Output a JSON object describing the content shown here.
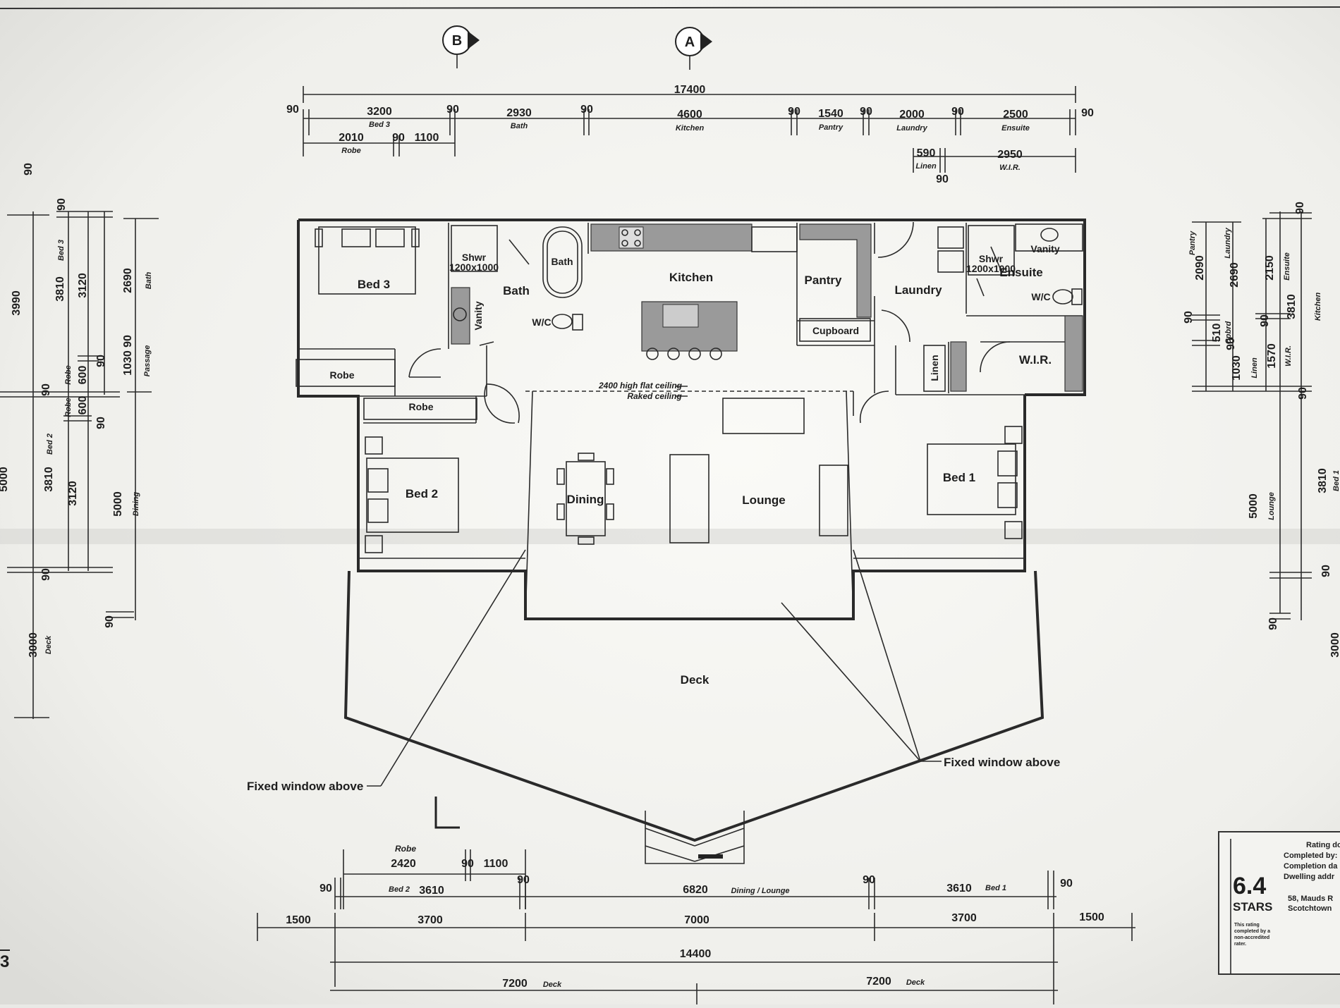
{
  "section_markers": [
    "B",
    "A"
  ],
  "rooms": {
    "bed3": "Bed 3",
    "shower_left_label": "Shwr",
    "shower_left_size": "1200x1000",
    "bath_tub": "Bath",
    "bath_room": "Bath",
    "vanity_left": "Vanity",
    "wc_left": "W/C",
    "kitchen": "Kitchen",
    "pantry": "Pantry",
    "cupboard": "Cupboard",
    "laundry": "Laundry",
    "linen": "Linen",
    "shower_right_label": "Shwr",
    "shower_right_size": "1200x1000",
    "vanity_right": "Vanity",
    "ensuite": "Ensuite",
    "wc_right": "W/C",
    "wir": "W.I.R.",
    "robe_bed3": "Robe",
    "robe_bed2": "Robe",
    "bed2": "Bed 2",
    "dining": "Dining",
    "lounge": "Lounge",
    "bed1": "Bed 1",
    "deck": "Deck"
  },
  "ceiling_notes": {
    "flat": "2400 high flat ceiling",
    "raked": "Raked ceiling"
  },
  "annotations": {
    "fixed_window_left": "Fixed window above",
    "fixed_window_right": "Fixed window above"
  },
  "dimensions_top": {
    "overall": "17400",
    "row1": [
      {
        "value": "90",
        "label": ""
      },
      {
        "value": "3200",
        "label": "Bed 3"
      },
      {
        "value": "90",
        "label": ""
      },
      {
        "value": "2930",
        "label": "Bath"
      },
      {
        "value": "90",
        "label": ""
      },
      {
        "value": "4600",
        "label": "Kitchen"
      },
      {
        "value": "90",
        "label": ""
      },
      {
        "value": "1540",
        "label": "Pantry"
      },
      {
        "value": "90",
        "label": ""
      },
      {
        "value": "2000",
        "label": "Laundry"
      },
      {
        "value": "90",
        "label": ""
      },
      {
        "value": "2500",
        "label": "Ensuite"
      },
      {
        "value": "90",
        "label": ""
      }
    ],
    "row2": [
      {
        "value": "2010",
        "label": "Robe"
      },
      {
        "value": "90",
        "label": ""
      },
      {
        "value": "1100",
        "label": ""
      }
    ],
    "row3": [
      {
        "value": "590",
        "label": "Linen"
      },
      {
        "value": "90",
        "label": ""
      },
      {
        "value": "2950",
        "label": "W.I.R."
      }
    ]
  },
  "dimensions_left": [
    {
      "value": "90",
      "label": ""
    },
    {
      "value": "3990",
      "label": ""
    },
    {
      "value": "3810",
      "label": "Bed 3"
    },
    {
      "value": "3120",
      "label": ""
    },
    {
      "value": "2690",
      "label": "Bath"
    },
    {
      "value": "600",
      "label": "Robe"
    },
    {
      "value": "90",
      "label": ""
    },
    {
      "value": "1030",
      "label": "Passage"
    },
    {
      "value": "90",
      "label": ""
    },
    {
      "value": "90",
      "label": ""
    },
    {
      "value": "600",
      "label": "Robe"
    },
    {
      "value": "90",
      "label": ""
    },
    {
      "value": "90",
      "label": ""
    },
    {
      "value": "3810",
      "label": "Bed 2"
    },
    {
      "value": "3120",
      "label": ""
    },
    {
      "value": "5000",
      "label": "Dining"
    },
    {
      "value": "3000",
      "label": "Deck"
    },
    {
      "value": "90",
      "label": ""
    },
    {
      "value": "90",
      "label": ""
    },
    {
      "value": "5000",
      "label": ""
    }
  ],
  "dimensions_right": [
    {
      "value": "90",
      "label": ""
    },
    {
      "value": "2090",
      "label": "Pantry"
    },
    {
      "value": "2690",
      "label": "Laundry"
    },
    {
      "value": "2150",
      "label": "Ensuite"
    },
    {
      "value": "510",
      "label": "Cpbrd"
    },
    {
      "value": "90",
      "label": ""
    },
    {
      "value": "90",
      "label": ""
    },
    {
      "value": "3810",
      "label": "Kitchen"
    },
    {
      "value": "1030",
      "label": "Linen"
    },
    {
      "value": "1570",
      "label": "W.I.R."
    },
    {
      "value": "90",
      "label": ""
    },
    {
      "value": "90",
      "label": ""
    },
    {
      "value": "5000",
      "label": "Lounge"
    },
    {
      "value": "3810",
      "label": "Bed 1"
    },
    {
      "value": "90",
      "label": ""
    },
    {
      "value": "90",
      "label": ""
    },
    {
      "value": "3000",
      "label": ""
    }
  ],
  "dimensions_bottom": {
    "robe_row": [
      {
        "value": "2420",
        "label": "Robe"
      },
      {
        "value": "90",
        "label": ""
      },
      {
        "value": "1100",
        "label": ""
      }
    ],
    "rooms_row": [
      {
        "value": "90",
        "label": ""
      },
      {
        "value": "3610",
        "label": "Bed 2"
      },
      {
        "value": "90",
        "label": ""
      },
      {
        "value": "6820",
        "label": "Dining / Lounge"
      },
      {
        "value": "90",
        "label": ""
      },
      {
        "value": "3610",
        "label": "Bed 1"
      },
      {
        "value": "90",
        "label": ""
      }
    ],
    "grid_row": [
      {
        "value": "1500",
        "label": ""
      },
      {
        "value": "3700",
        "label": ""
      },
      {
        "value": "7000",
        "label": ""
      },
      {
        "value": "3700",
        "label": ""
      },
      {
        "value": "1500",
        "label": ""
      }
    ],
    "overall": "14400",
    "deck_row": [
      {
        "value": "7200",
        "label": "Deck"
      },
      {
        "value": "7200",
        "label": "Deck"
      }
    ]
  },
  "rating_box": {
    "rating": "6.4",
    "stars": "STARS",
    "lines": [
      "Rating docume",
      "Completed by:",
      "Completion da",
      "Dwelling addr"
    ],
    "address": [
      "58, Mauds R",
      "Scotchtown"
    ],
    "disclaimer": [
      "This rating",
      "completed by a",
      "non-accredited",
      "rater."
    ]
  },
  "sheet_number": "3"
}
